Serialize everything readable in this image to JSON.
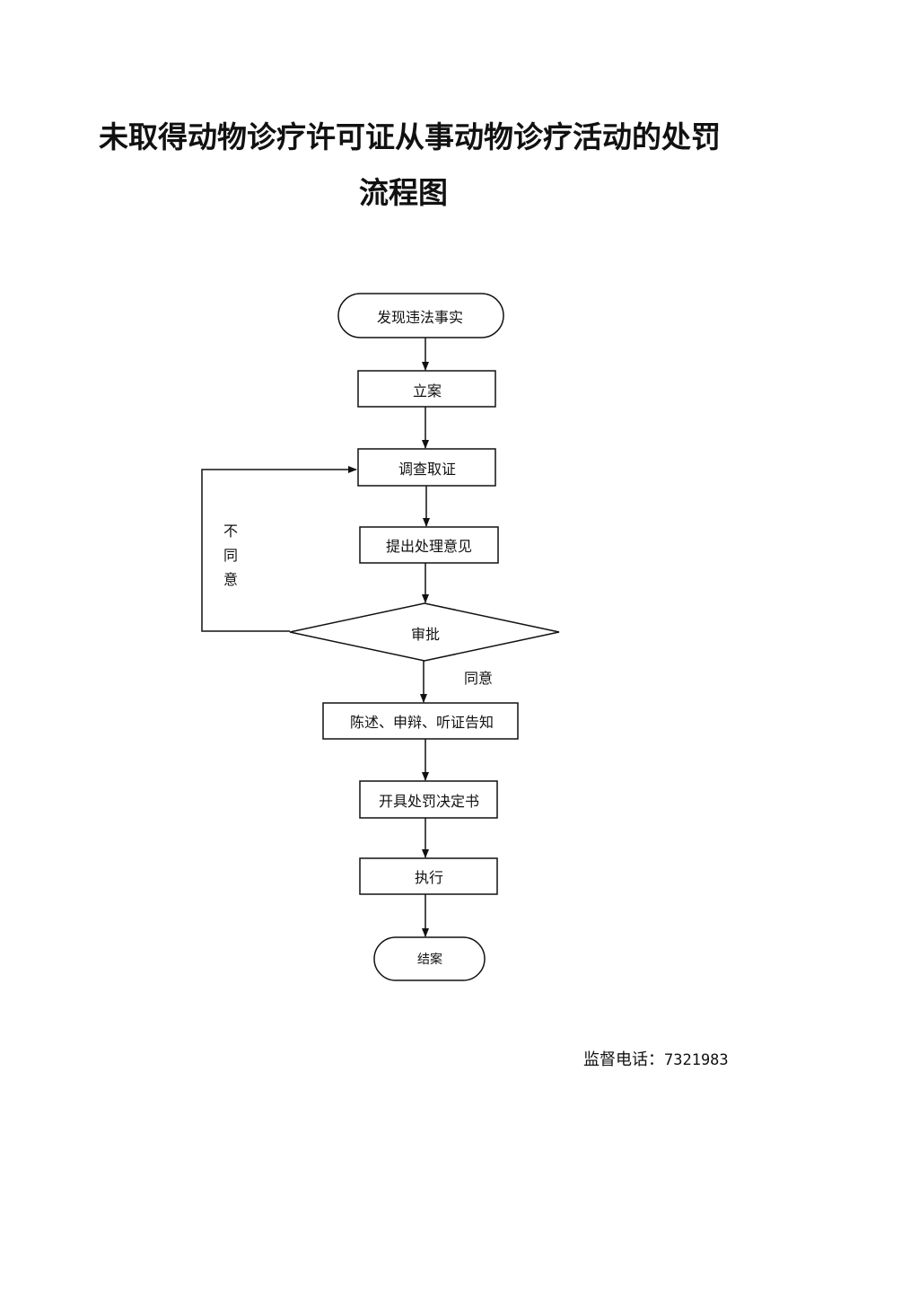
{
  "title": {
    "line1": "未取得动物诊疗许可证从事动物诊疗活动的处罚",
    "line2": "流程图"
  },
  "nodes": {
    "start": "发现违法事实",
    "register": "立案",
    "investigate": "调查取证",
    "propose": "提出处理意见",
    "approve": "审批",
    "notify": "陈述、申辩、听证告知",
    "decision": "开具处罚决定书",
    "execute": "执行",
    "end": "结案"
  },
  "edges": {
    "reject_chars": [
      "不",
      "同",
      "意"
    ],
    "accept": "同意"
  },
  "footer": {
    "phone_label": "监督电话：",
    "phone_number": "7321983"
  }
}
